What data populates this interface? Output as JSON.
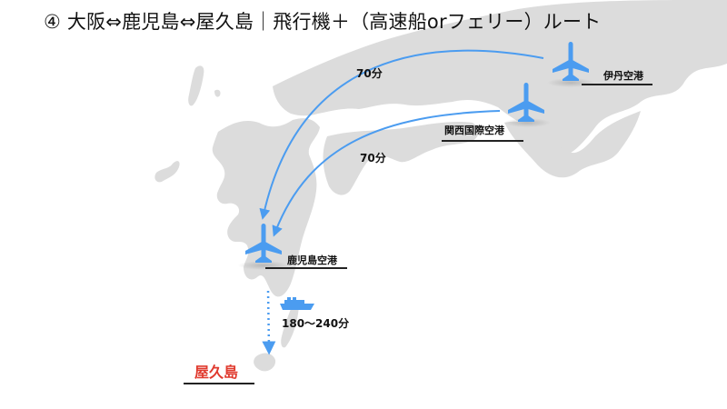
{
  "title": "④ 大阪⇔鹿児島⇔屋久島｜飛行機＋（高速船orフェリー）ルート",
  "colors": {
    "land": "#dcdcdc",
    "route_blue": "#4b9cf0",
    "destination_red": "#e03a2e",
    "text": "#111111",
    "background": "#ffffff"
  },
  "airports": [
    {
      "id": "itami",
      "label": "伊丹空港",
      "icon": "airplane-icon"
    },
    {
      "id": "kansai",
      "label": "関西国際空港",
      "icon": "airplane-icon"
    },
    {
      "id": "kagoshima",
      "label": "鹿児島空港",
      "icon": "airplane-icon"
    }
  ],
  "routes": [
    {
      "from": "伊丹空港",
      "to": "鹿児島空港",
      "mode": "flight",
      "duration": "70分"
    },
    {
      "from": "関西国際空港",
      "to": "鹿児島空港",
      "mode": "flight",
      "duration": "70分"
    },
    {
      "from": "鹿児島",
      "to": "屋久島",
      "mode": "ship",
      "icon": "ship-icon",
      "duration": "180〜240分"
    }
  ],
  "destination": {
    "label": "屋久島"
  }
}
